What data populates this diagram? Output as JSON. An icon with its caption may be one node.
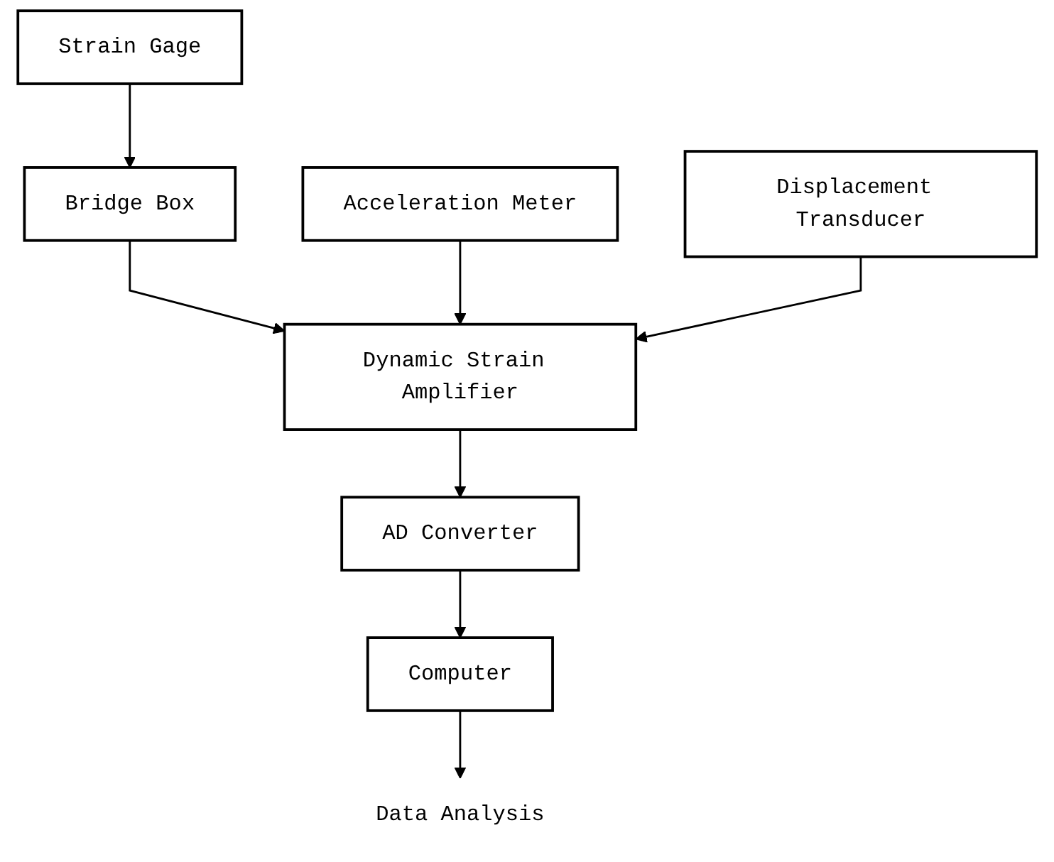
{
  "diagram": {
    "nodes": [
      {
        "text": [
          "Strain Gage"
        ]
      },
      {
        "text": [
          "Acceleration Meter"
        ]
      },
      {
        "text": [
          "Displacement Transducer"
        ]
      },
      {
        "text": [
          "Bridge Box"
        ]
      },
      {
        "text": [
          "Dynamic Strain Amplifier"
        ]
      },
      {
        "text": [
          "AD Converter"
        ]
      },
      {
        "text": [
          "Computer"
        ]
      },
      {
        "text": [
          "Data Analysis"
        ]
      }
    ],
    "edges": [
      {
        "from": 0,
        "to": 3,
        "arrow": "to"
      },
      {
        "from": 3,
        "to": 4,
        "arrow": "to"
      },
      {
        "from": 1,
        "to": 4,
        "arrow": "to"
      },
      {
        "from": 2,
        "to": 4,
        "arrow": "to"
      },
      {
        "from": 4,
        "to": 5,
        "arrow": "to"
      },
      {
        "from": 5,
        "to": 6,
        "arrow": "to"
      },
      {
        "from": 6,
        "to": 7,
        "arrow": "to"
      }
    ]
  }
}
